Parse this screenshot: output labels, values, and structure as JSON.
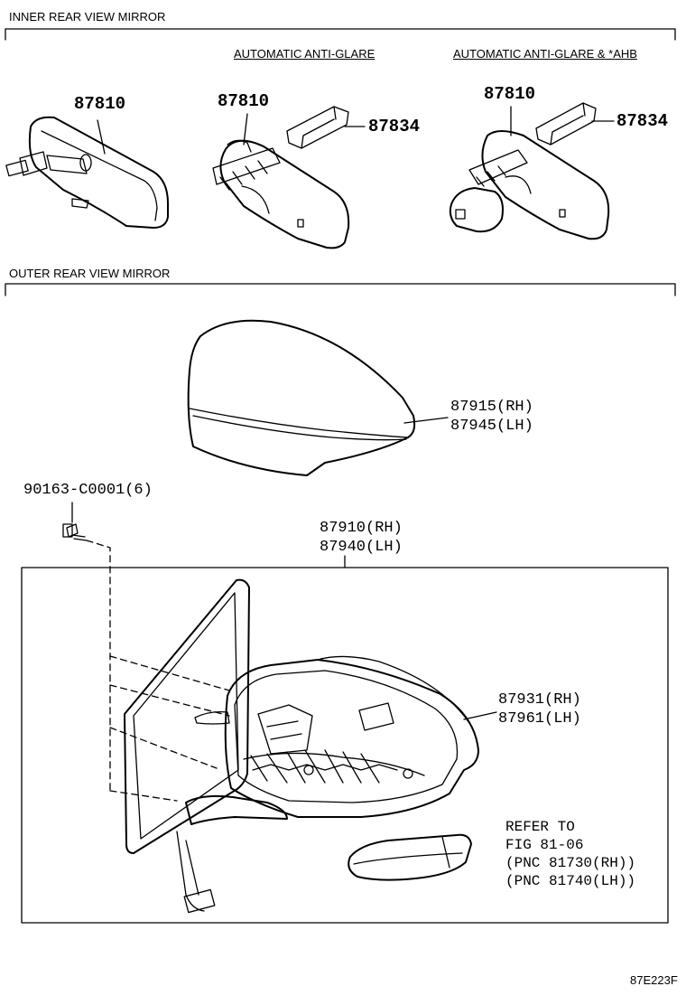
{
  "sections": {
    "inner": {
      "title": "INNER REAR VIEW MIRROR"
    },
    "outer": {
      "title": "OUTER REAR VIEW MIRROR"
    }
  },
  "variants": {
    "anti_glare": "AUTOMATIC ANTI-GLARE",
    "anti_glare_ahb": "AUTOMATIC ANTI-GLARE & *AHB"
  },
  "parts": {
    "mirror_plain": "87810",
    "mirror_ag": "87810",
    "cover_ag": "87834",
    "mirror_ahb": "87810",
    "cover_ahb": "87834",
    "cover_cap_rh": "87915(RH)",
    "cover_cap_lh": "87945(LH)",
    "screw": "90163-C0001(6)",
    "assy_rh": "87910(RH)",
    "assy_lh": "87940(LH)",
    "housing_rh": "87931(RH)",
    "housing_lh": "87961(LH)"
  },
  "refer": {
    "line1": "REFER TO",
    "line2": "FIG 81-06",
    "line3": "(PNC 81730(RH))",
    "line4": "(PNC 81740(LH))"
  },
  "figure_code": "87E223F"
}
